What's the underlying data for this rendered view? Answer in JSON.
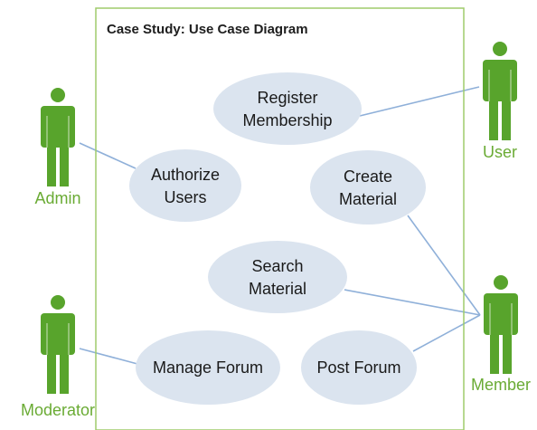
{
  "colors": {
    "boundary": "#9fcc6b",
    "actor": "#58a42c",
    "actor_label": "#6aab34",
    "usecase_fill": "#dbe4ef",
    "association": "#8fb0d9"
  },
  "system": {
    "title": "Case Study: Use Case Diagram"
  },
  "actors": [
    {
      "id": "admin",
      "label": "Admin",
      "icon": "stick-figure-icon"
    },
    {
      "id": "moderator",
      "label": "Moderator",
      "icon": "stick-figure-icon"
    },
    {
      "id": "user",
      "label": "User",
      "icon": "stick-figure-icon"
    },
    {
      "id": "member",
      "label": "Member",
      "icon": "stick-figure-icon"
    }
  ],
  "use_cases": [
    {
      "id": "register-membership",
      "lines": [
        "Register",
        "Membership"
      ]
    },
    {
      "id": "authorize-users",
      "lines": [
        "Authorize",
        "Users"
      ]
    },
    {
      "id": "create-material",
      "lines": [
        "Create",
        "Material"
      ]
    },
    {
      "id": "search-material",
      "lines": [
        "Search",
        "Material"
      ]
    },
    {
      "id": "manage-forum",
      "lines": [
        "Manage Forum"
      ]
    },
    {
      "id": "post-forum",
      "lines": [
        "Post Forum"
      ]
    }
  ],
  "associations": [
    {
      "from": "user",
      "to": "register-membership"
    },
    {
      "from": "admin",
      "to": "authorize-users"
    },
    {
      "from": "member",
      "to": "create-material"
    },
    {
      "from": "member",
      "to": "search-material"
    },
    {
      "from": "member",
      "to": "post-forum"
    },
    {
      "from": "moderator",
      "to": "manage-forum"
    }
  ]
}
